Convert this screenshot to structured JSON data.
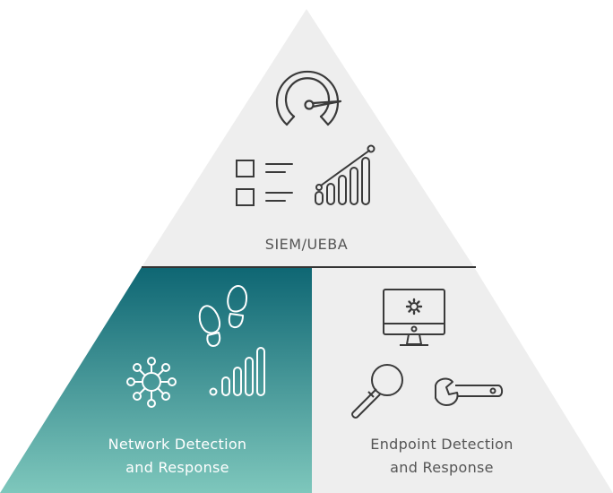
{
  "sections": {
    "top": {
      "label": "SIEM/UEBA",
      "icons": [
        "speedometer-icon",
        "checklist-icon",
        "rising-bars-chart-icon"
      ],
      "fill": "#eeeeee"
    },
    "left": {
      "label_line1": "Network Detection",
      "label_line2": "and Response",
      "icons": [
        "footprints-icon",
        "network-hub-icon",
        "signal-bars-icon"
      ],
      "gradient_top": "#0e6673",
      "gradient_bottom": "#7ec7bc"
    },
    "right": {
      "label_line1": "Endpoint Detection",
      "label_line2": "and Response",
      "icons": [
        "monitor-gear-icon",
        "magnifier-icon",
        "wrench-icon"
      ],
      "fill": "#eeeeee"
    }
  },
  "colors": {
    "icon_dark": "#3a3a3a",
    "icon_light": "#ffffff",
    "text_dark": "#555555",
    "text_light": "#ffffff",
    "divider": "#333333"
  }
}
